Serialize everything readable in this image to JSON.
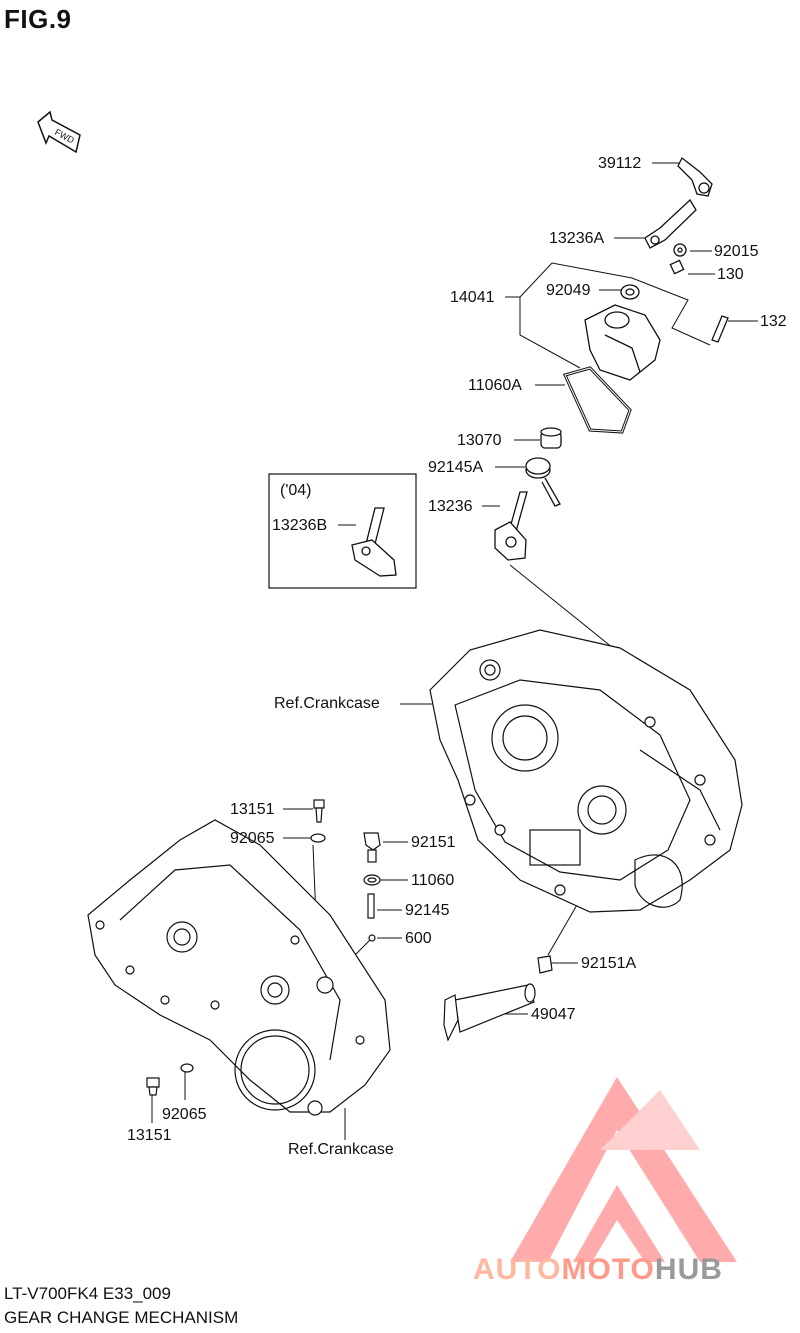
{
  "figure": {
    "title": "FIG.9",
    "direction_label": "FWD"
  },
  "parts": {
    "p39112": "39112",
    "p13236A": "13236A",
    "p92015": "92015",
    "p130": "130",
    "p14041": "14041",
    "p92049": "92049",
    "p132": "132",
    "p11060A": "11060A",
    "p13070": "13070",
    "p92145A": "92145A",
    "p13236": "13236",
    "p13236B": "13236B",
    "p13151_top": "13151",
    "p92065_top": "92065",
    "p92151": "92151",
    "p11060": "11060",
    "p92145": "92145",
    "p600": "600",
    "p92151A": "92151A",
    "p49047": "49047",
    "p92065_bottom": "92065",
    "p13151_bottom": "13151"
  },
  "inset": {
    "year_label": "('04)"
  },
  "references": {
    "crankcase_upper": "Ref.Crankcase",
    "crankcase_lower": "Ref.Crankcase"
  },
  "footer": {
    "model_code": "LT-V700FK4 E33_009",
    "section_name": "GEAR CHANGE MECHANISM"
  },
  "watermark": {
    "part1": "AUTO",
    "part2": "MOTO",
    "part3": "HUB",
    "colors": {
      "logo": "#ff8f8f",
      "auto": "#ffb8a0",
      "hub": "#9a9a9a"
    }
  }
}
